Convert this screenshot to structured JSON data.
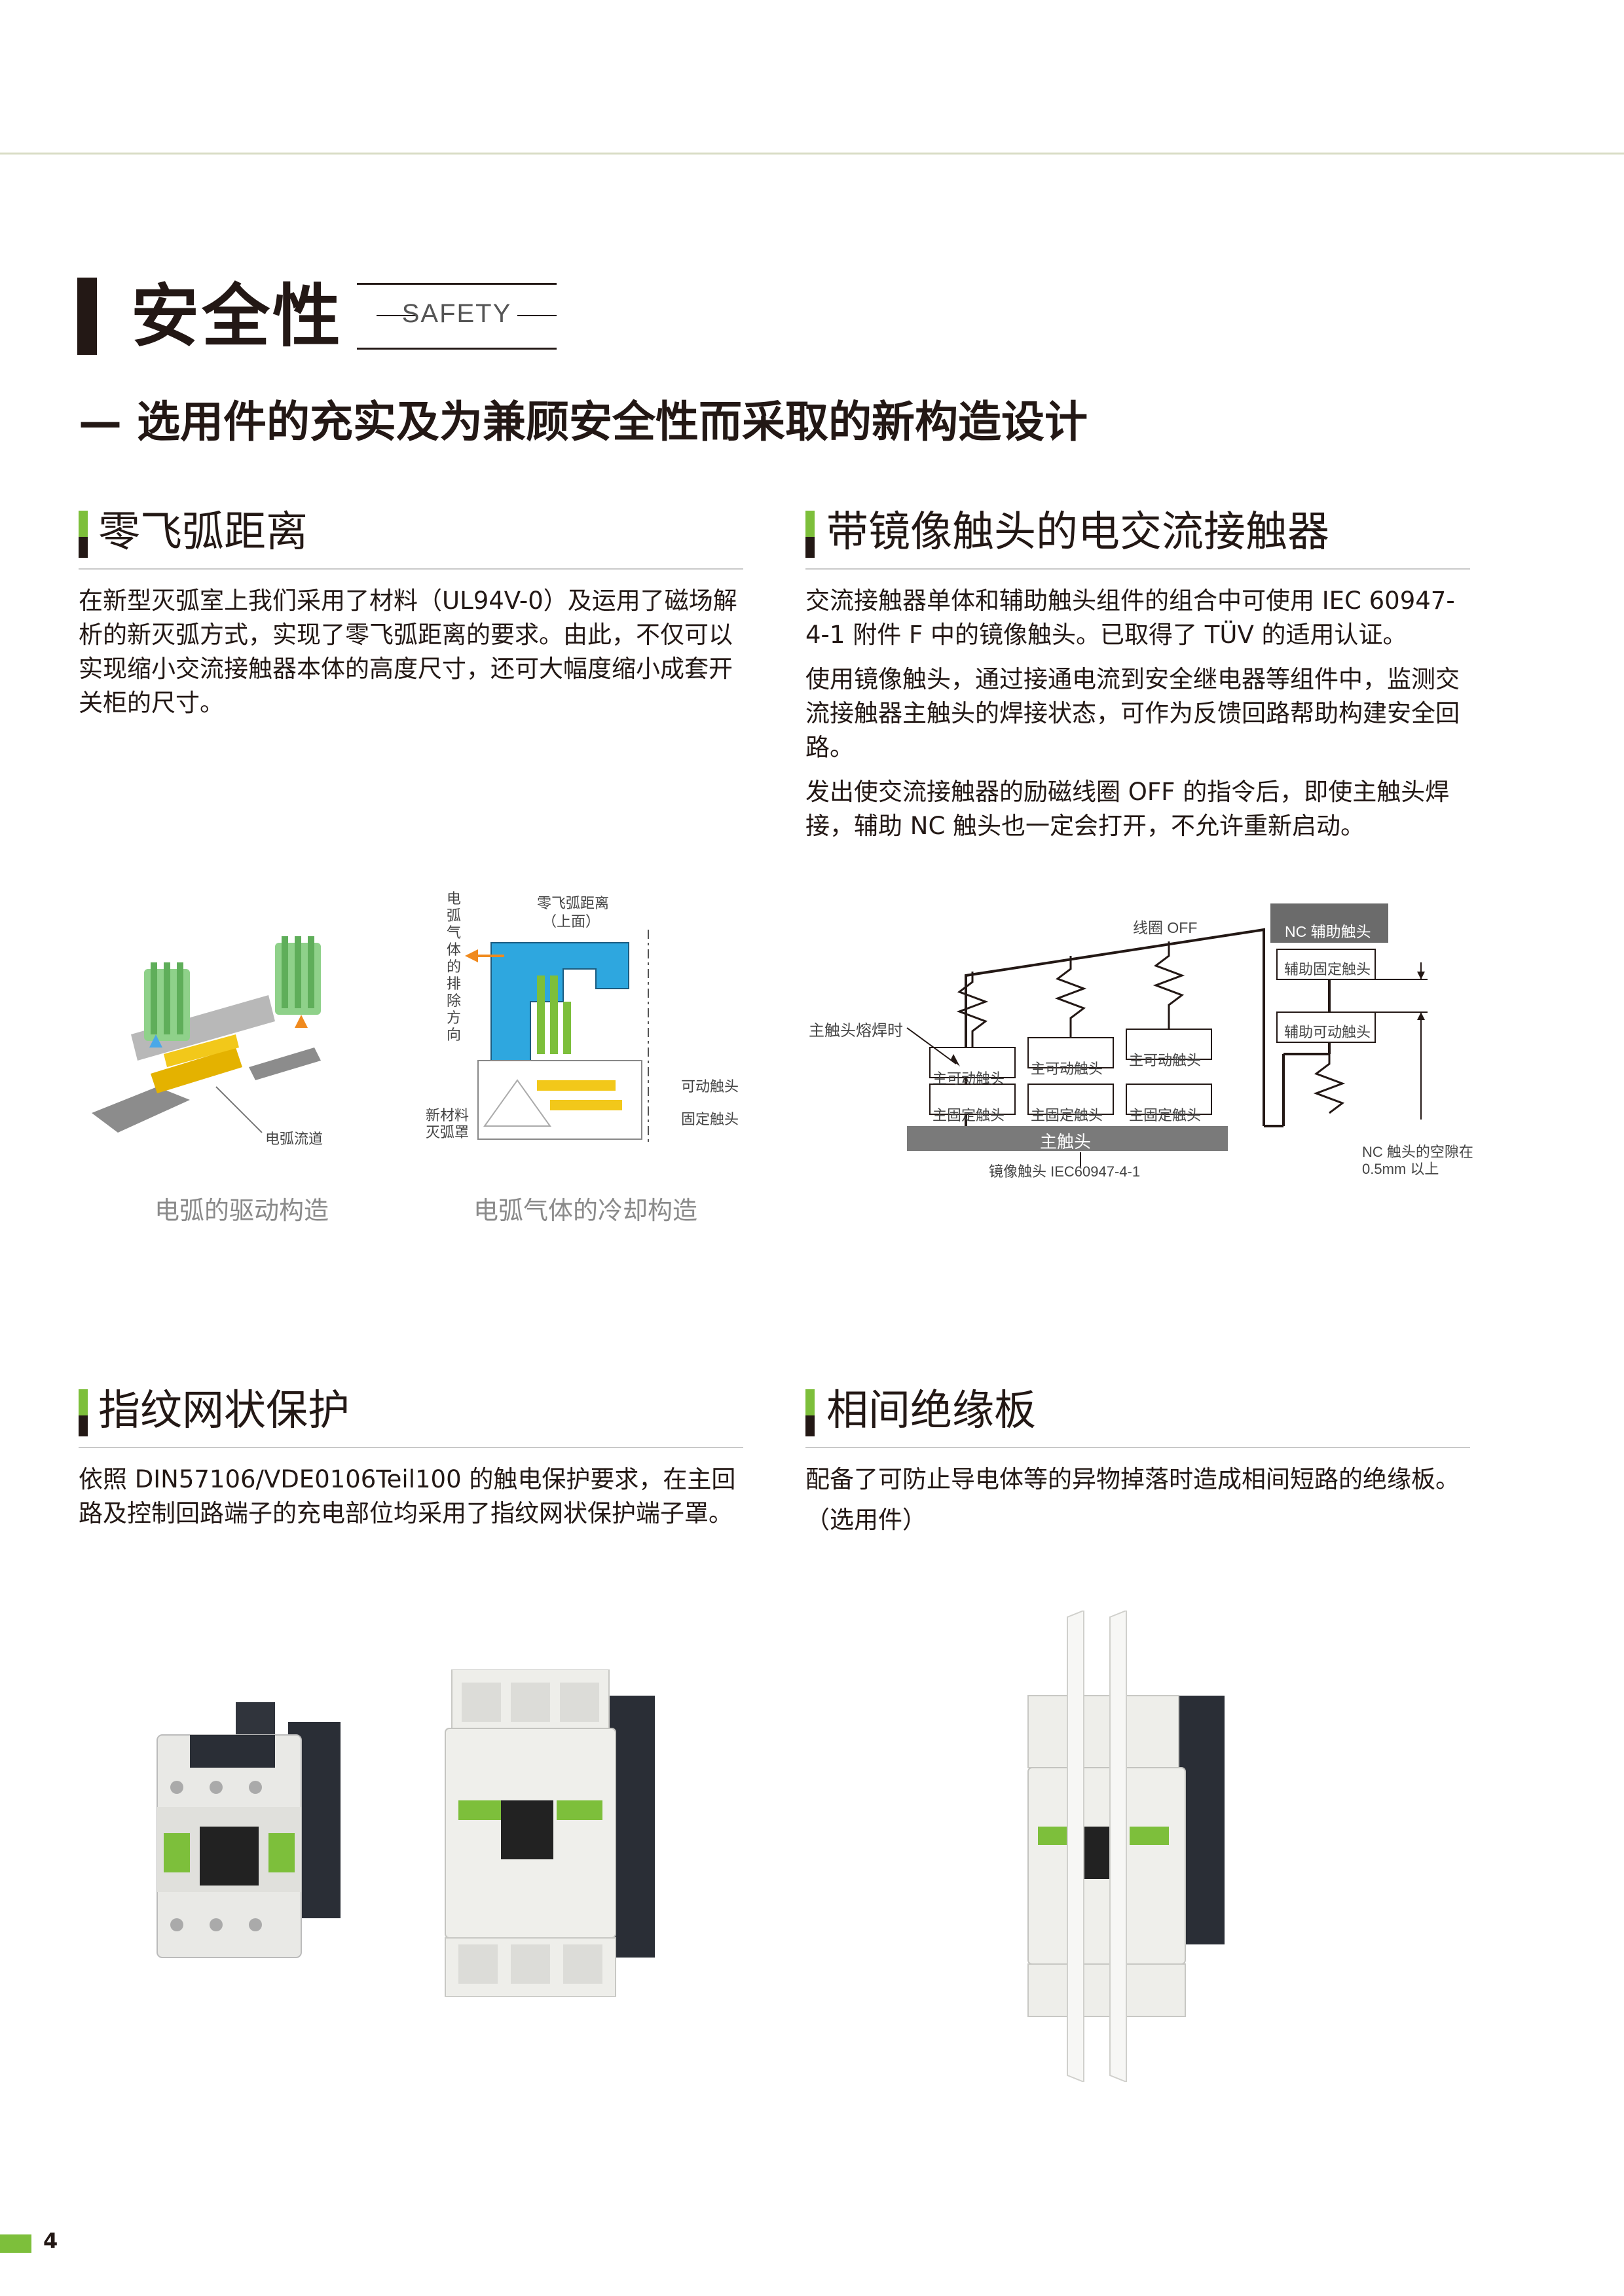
{
  "page": {
    "title": "安全性",
    "title_en": "SAFETY",
    "subtitle": "— 选用件的充实及为兼顾安全性而采取的新构造设计",
    "page_number": "4",
    "accent_color": "#7dbf3b"
  },
  "sections": {
    "arc": {
      "title": "零飞弧距离",
      "body": "在新型灭弧室上我们采用了材料（UL94V-0）及运用了磁场解析的新灭弧方式，实现了零飞弧距离的要求。由此，不仅可以实现缩小交流接触器本体的高度尺寸，还可大幅度缩小成套开关柜的尺寸。",
      "fig1_caption": "电弧的驱动构造",
      "fig1_label": "电弧流道",
      "fig2_caption": "电弧气体的冷却构造",
      "fig2_label_vertical": "电弧气体的排除方向",
      "fig2_label_top1": "零飞弧距离",
      "fig2_label_top2": "（上面）",
      "fig2_label_new1": "新材料",
      "fig2_label_new2": "灭弧罩",
      "fig2_label_movable": "可动触头",
      "fig2_label_fixed": "固定触头"
    },
    "mirror": {
      "title": "带镜像触头的电交流接触器",
      "p1": "交流接触器单体和辅助触头组件的组合中可使用 IEC 60947-4-1 附件 F 中的镜像触头。已取得了 TÜV 的适用认证。",
      "p2": "使用镜像触头，通过接通电流到安全继电器等组件中，监测交流接触器主触头的焊接状态，可作为反馈回路帮助构建安全回路。",
      "p3": "发出使交流接触器的励磁线圈 OFF 的指令后，即使主触头焊接，辅助 NC 触头也一定会打开，不允许重新启动。",
      "diagram": {
        "coil_off": "线圈 OFF",
        "nc_aux": "NC 辅助触头",
        "aux_fixed": "辅助固定触头",
        "aux_movable": "辅助可动触头",
        "main_welded": "主触头熔焊时",
        "main_movable": "主可动触头",
        "main_fixed": "主固定触头",
        "main_contact": "主触头",
        "mirror_label": "镜像触头 IEC60947-4-1",
        "gap_note1": "NC 触头的空隙在",
        "gap_note2": "0.5mm 以上"
      }
    },
    "finger": {
      "title": "指纹网状保护",
      "body": "依照 DIN57106/VDE0106Teil100 的触电保护要求，在主回路及控制回路端子的充电部位均采用了指纹网状保护端子罩。"
    },
    "insulation": {
      "title": "相间绝缘板",
      "body": "配备了可防止导电体等的异物掉落时造成相间短路的绝缘板。",
      "note": "（选用件）"
    }
  }
}
